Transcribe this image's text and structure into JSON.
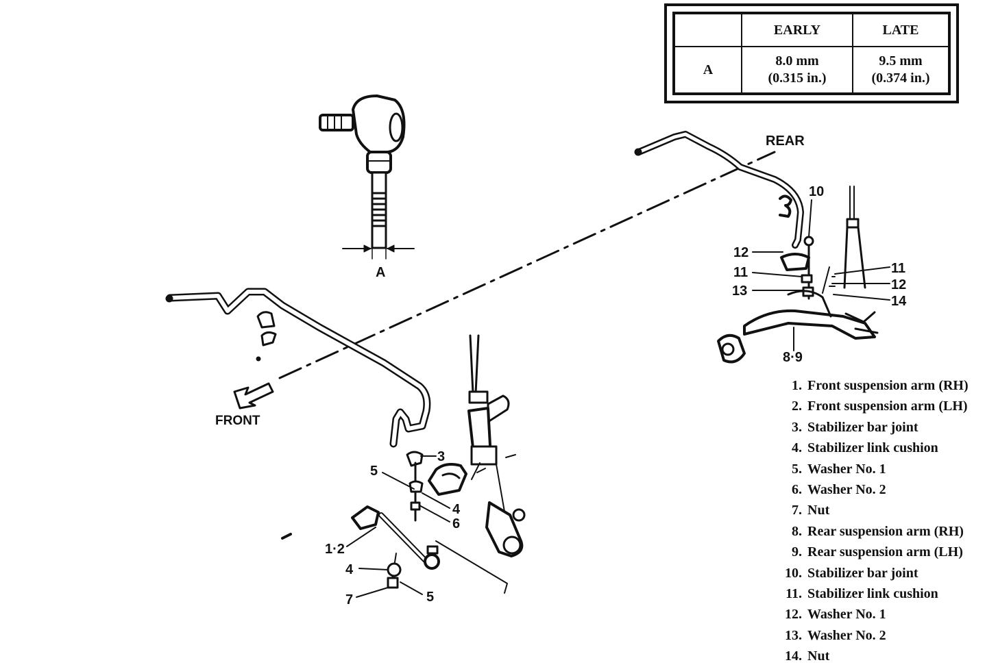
{
  "spec_table": {
    "header": [
      "",
      "EARLY",
      "LATE"
    ],
    "row_label": "A",
    "early": [
      "8.0 mm",
      "(0.315 in.)"
    ],
    "late": [
      "9.5 mm",
      "(0.374 in.)"
    ]
  },
  "labels": {
    "rear": "REAR",
    "front": "FRONT",
    "dimension": "A",
    "front_callouts": [
      "3",
      "5",
      "4",
      "6",
      "1·2",
      "4",
      "7",
      "5"
    ],
    "rear_callouts": [
      "10",
      "12",
      "11",
      "13",
      "11",
      "12",
      "14",
      "8·9"
    ]
  },
  "legend": [
    {
      "num": "1.",
      "text": "Front suspension arm (RH)"
    },
    {
      "num": "2.",
      "text": "Front suspension arm (LH)"
    },
    {
      "num": "3.",
      "text": "Stabilizer bar joint"
    },
    {
      "num": "4.",
      "text": "Stabilizer link cushion"
    },
    {
      "num": "5.",
      "text": "Washer No. 1"
    },
    {
      "num": "6.",
      "text": "Washer No. 2"
    },
    {
      "num": "7.",
      "text": "Nut"
    },
    {
      "num": "8.",
      "text": "Rear suspension arm (RH)"
    },
    {
      "num": "9.",
      "text": "Rear suspension arm (LH)"
    },
    {
      "num": "10.",
      "text": "Stabilizer bar joint"
    },
    {
      "num": "11.",
      "text": "Stabilizer link cushion"
    },
    {
      "num": "12.",
      "text": "Washer No. 1"
    },
    {
      "num": "13.",
      "text": "Washer No. 2"
    },
    {
      "num": "14.",
      "text": "Nut"
    }
  ]
}
